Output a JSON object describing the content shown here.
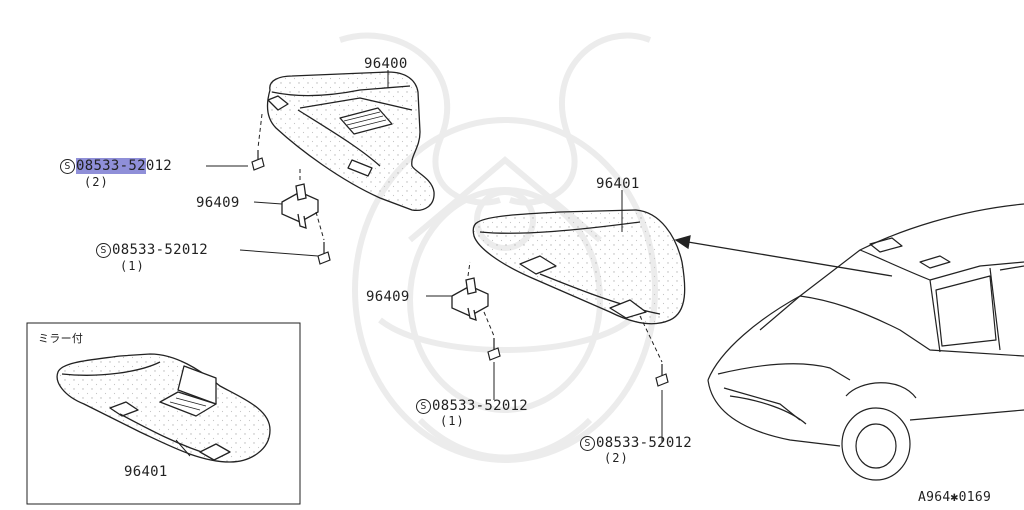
{
  "callouts": {
    "visor_left": "96400",
    "visor_right": "96401",
    "holder_upper": "96409",
    "holder_lower": "96409",
    "inset_visor": "96401"
  },
  "screws": {
    "symbol": "S",
    "screw1": {
      "part_prefix": "08533-52",
      "part_suffix": "012",
      "qty": "(2)"
    },
    "screw2": {
      "part": "08533-52012",
      "qty": "(1)"
    },
    "screw3": {
      "part": "08533-52012",
      "qty": "(1)"
    },
    "screw4": {
      "part": "08533-52012",
      "qty": "(2)"
    }
  },
  "inset": {
    "label": "ミラー付"
  },
  "reference": "A964✱0169",
  "colors": {
    "line": "#222222",
    "highlight": "#8f8fd8",
    "watermark": "#ececec",
    "dots": "#bbbbbb"
  }
}
